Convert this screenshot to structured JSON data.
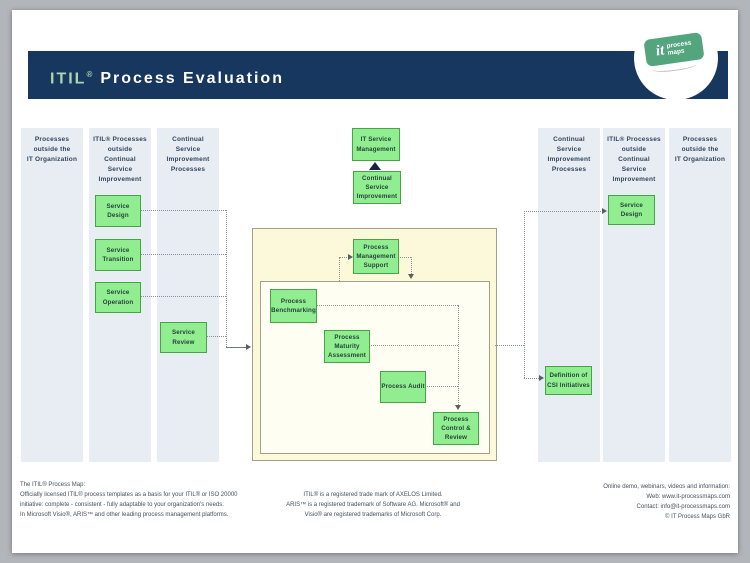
{
  "header": {
    "title_brand": "ITIL",
    "title_reg": "®",
    "title_main": "Process Evaluation"
  },
  "logo": {
    "it": "it",
    "word1": "process",
    "word2": "maps"
  },
  "lanes": [
    {
      "id": "processes-outside-left",
      "label": "Processes\noutside the\nIT Organization"
    },
    {
      "id": "itil-outside-left",
      "label": "ITIL® Processes\noutside\nContinual\nService\nImprovement"
    },
    {
      "id": "csi-processes-left",
      "label": "Continual\nService\nImprovement\nProcesses"
    },
    {
      "id": "csi-processes-right",
      "label": "Continual\nService\nImprovement\nProcesses"
    },
    {
      "id": "itil-outside-right",
      "label": "ITIL® Processes\noutside\nContinual\nService\nImprovement"
    },
    {
      "id": "processes-outside-right",
      "label": "Processes\noutside the\nIT Organization"
    }
  ],
  "nodes": {
    "service_design_left": "Service\nDesign",
    "service_transition": "Service\nTransition",
    "service_operation": "Service\nOperation",
    "service_review": "Service\nReview",
    "it_service_management": "IT Service\nManagement",
    "continual_service_improvement": "Continual\nService\nImprovement",
    "process_management_support": "Process\nManagement\nSupport",
    "process_benchmarking": "Process\nBenchmarking",
    "process_maturity_assessment": "Process\nMaturity\nAssessment",
    "process_audit": "Process Audit",
    "process_control_review": "Process\nControl &\nReview",
    "definition_csi_initiatives": "Definition of\nCSI Initiatives",
    "service_design_right": "Service\nDesign"
  },
  "footer": {
    "left": {
      "heading": "The ITIL® Process Map:",
      "line1": "Officially licensed ITIL® process templates as a basis for your ITIL® or ISO 20000",
      "line2": "initiative: complete - consistent - fully adaptable to your organization's needs.",
      "line3": "In Microsoft Visio®, ARIS™ and other leading process management platforms."
    },
    "center": {
      "line1": "ITIL® is a registered trade mark of AXELOS Limited.",
      "line2": "ARIS™ is a registered trademark of Software AG. Microsoft® and",
      "line3": "Visio® are registered trademarks of Microsoft Corp."
    },
    "right": {
      "line1": "Online demo, webinars, videos and information:",
      "line2": "Web: www.it-processmaps.com",
      "line3": "Contact: info@it-processmaps.com",
      "line4": "© IT Process Maps GbR"
    }
  },
  "colors": {
    "background_gray": "#b2b5b9",
    "header_navy": "#17375e",
    "title_brand_green": "#aed3ae",
    "lane_blue_gray": "#e8ecf3",
    "node_fill_green": "#90ee90",
    "node_border_green": "#46a346",
    "zone_yellow": "#fcf9da",
    "zone_inner_ivory": "#fffef2",
    "logo_badge_green": "#53a57e"
  }
}
